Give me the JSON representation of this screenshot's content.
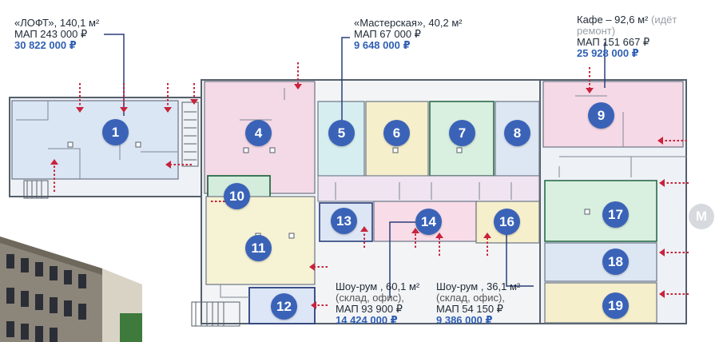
{
  "rooms": [
    {
      "id": "room-1",
      "number": "1",
      "fill": "#dbe6f4"
    },
    {
      "id": "room-4",
      "number": "4",
      "fill": "#f4d9e6"
    },
    {
      "id": "room-5",
      "number": "5",
      "fill": "#d6eef0"
    },
    {
      "id": "room-6",
      "number": "6",
      "fill": "#f6efcc"
    },
    {
      "id": "room-7",
      "number": "7",
      "fill": "#d9efdf"
    },
    {
      "id": "room-8",
      "number": "8",
      "fill": "#dde7f4"
    },
    {
      "id": "room-9",
      "number": "9",
      "fill": "#f6d9e6"
    },
    {
      "id": "room-10",
      "number": "10",
      "fill": "#d4ecdc"
    },
    {
      "id": "room-11",
      "number": "11",
      "fill": "#f6f2d4"
    },
    {
      "id": "room-12",
      "number": "12",
      "fill": "#dde6f6"
    },
    {
      "id": "room-13",
      "number": "13",
      "fill": "#dde6f4"
    },
    {
      "id": "room-14",
      "number": "14",
      "fill": "#f8dce8"
    },
    {
      "id": "room-16",
      "number": "16",
      "fill": "#f6efcc"
    },
    {
      "id": "room-17",
      "number": "17",
      "fill": "#d9efdf"
    },
    {
      "id": "room-18",
      "number": "18",
      "fill": "#dde7f4"
    },
    {
      "id": "room-19",
      "number": "19",
      "fill": "#f6efcc"
    }
  ],
  "callouts": {
    "loft": {
      "title": "«ЛОФТ»,  140,1 м²",
      "map": "МАП 243 000 ₽",
      "price": "30 822 000 ₽"
    },
    "master": {
      "title": "«Мастерская», 40,2 м²",
      "map": "МАП 67 000 ₽",
      "price": "9 648 000 ₽"
    },
    "cafe": {
      "title": "Кафе – 92,6  м²",
      "note": "(идёт",
      "note2": "ремонт)",
      "map": "МАП 151 667 ₽",
      "price": "25 928 000 ₽"
    },
    "show1": {
      "title": "Шоу-рум , 60,1 м²",
      "sub": "(склад, офис),",
      "map": "МАП 93 900 ₽",
      "price": "14 424 000 ₽"
    },
    "show2": {
      "title": "Шоу-рум , 36,1 м²",
      "sub": "(склад, офис),",
      "map": "МАП 54 150 ₽",
      "price": "9 386 000 ₽"
    }
  },
  "metro": {
    "letter": "М"
  },
  "colors": {
    "badge": "#3a63b8",
    "wall": "#555f6b",
    "arrow": "#c8233c",
    "price": "#2f5fb3"
  }
}
